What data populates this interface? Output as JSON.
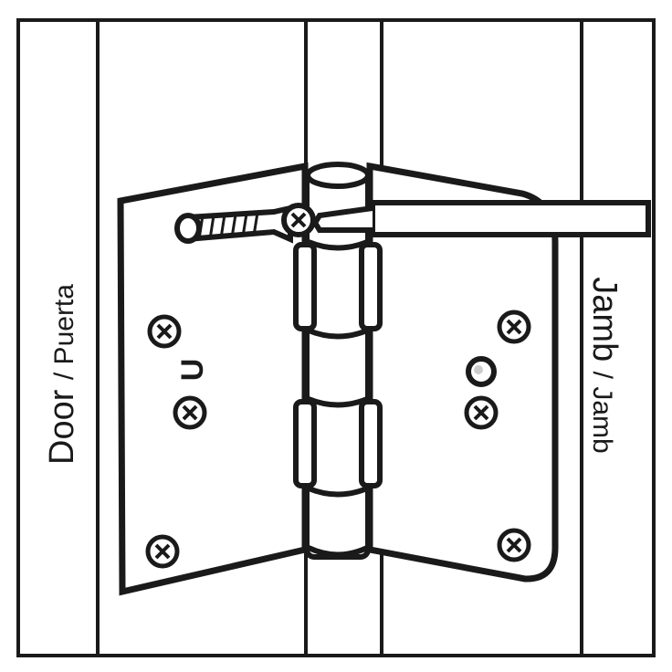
{
  "labels": {
    "door_main": "Door",
    "door_sub": "/ Puerta",
    "jamb_main": "Jamb",
    "jamb_sub": "/ Jamb",
    "hinge_mark": "U"
  },
  "colors": {
    "line": "#1a1a1a",
    "background": "#ffffff"
  }
}
